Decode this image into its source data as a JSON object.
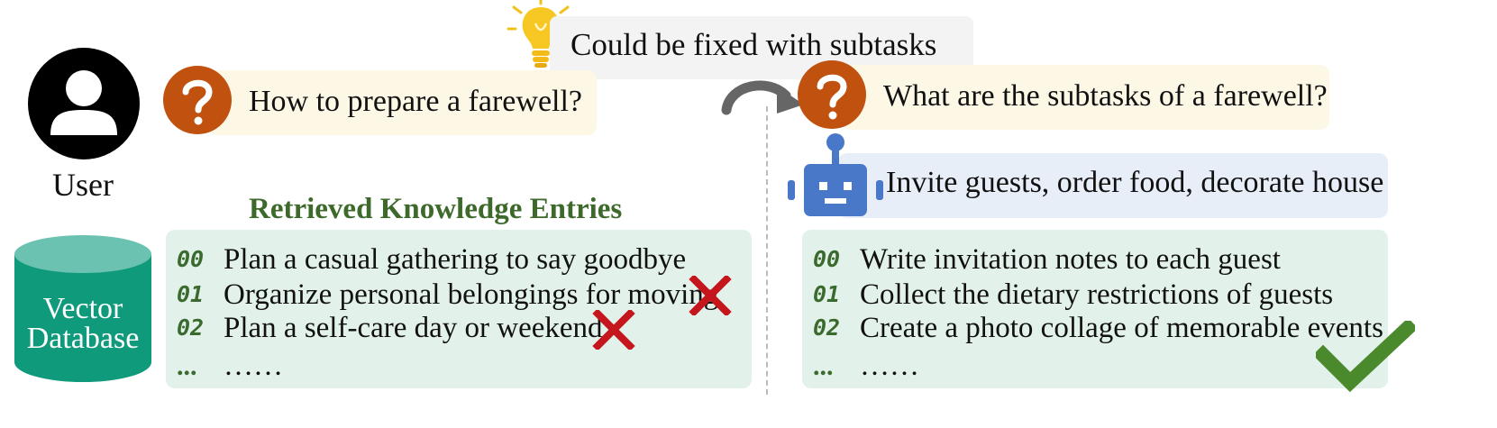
{
  "hint": {
    "text": "Could be fixed with subtasks",
    "icon": "lightbulb-icon"
  },
  "user": {
    "label": "User",
    "icon": "user-avatar-icon"
  },
  "question_left": {
    "text": "How to prepare a farewell?",
    "icon": "question-mark-icon"
  },
  "question_right": {
    "text": "What are the subtasks of a farewell?",
    "icon": "question-mark-icon"
  },
  "robot_answer": {
    "text": "Invite guests, order food, decorate house",
    "icon": "robot-icon"
  },
  "database": {
    "line1": "Vector",
    "line2": "Database",
    "icon": "database-cylinder-icon"
  },
  "retrieved_heading": "Retrieved Knowledge Entries",
  "left_entries": [
    {
      "index": "00",
      "text": "Plan a casual gathering to say goodbye",
      "marked_wrong": false
    },
    {
      "index": "01",
      "text": "Organize personal belongings for moving",
      "marked_wrong": true
    },
    {
      "index": "02",
      "text": "Plan a self-care day or weekend",
      "marked_wrong": true
    },
    {
      "index": "...",
      "text": "……",
      "marked_wrong": false
    }
  ],
  "right_entries": [
    {
      "index": "00",
      "text": "Write invitation notes to each guest"
    },
    {
      "index": "01",
      "text": "Collect the dietary restrictions of guests"
    },
    {
      "index": "02",
      "text": "Create a photo collage of memorable events"
    },
    {
      "index": "...",
      "text": "……"
    }
  ],
  "colors": {
    "question_orange": "#c0510f",
    "robot_blue": "#4a78c8",
    "database_teal": "#0f9a7c",
    "heading_green": "#3d6a2b",
    "cross_red": "#c5161d",
    "check_green": "#4a8a2c"
  }
}
